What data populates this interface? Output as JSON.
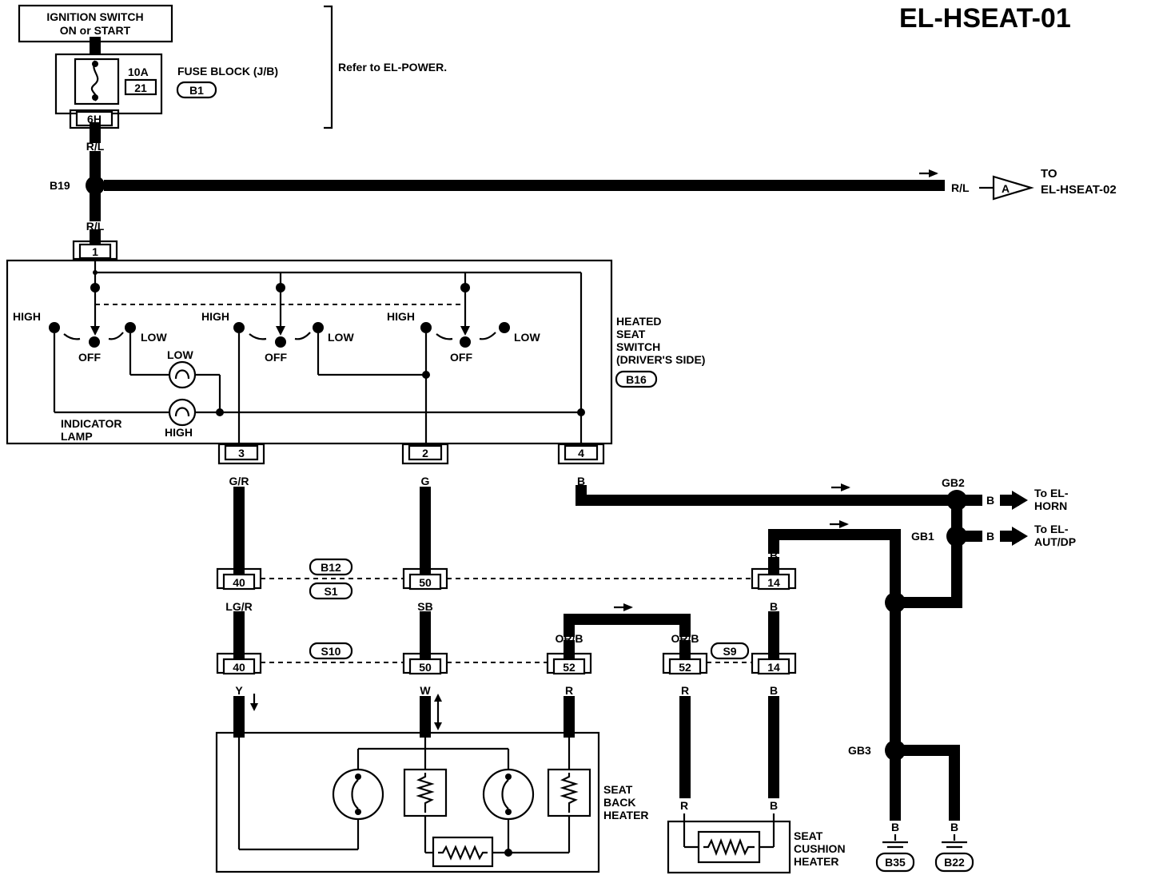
{
  "diagram_id": "EL-HSEAT-01",
  "power": {
    "ignition_line1": "IGNITION SWITCH",
    "ignition_line2": "ON or START",
    "fuse_rating": "10A",
    "fuse_number": "21",
    "fuse_block": "FUSE BLOCK (J/B)",
    "fuse_block_conn": "B1",
    "fuse_terminal": "6H",
    "refer_note": "Refer to EL-POWER."
  },
  "wires": {
    "rl_1": "R/L",
    "rl_2": "R/L",
    "rl_3": "R/L",
    "splice_b19": "B19",
    "to_label": "TO",
    "to_target": "EL-HSEAT-02",
    "connector_a": "A",
    "g_r": "G/R",
    "g": "G",
    "b_4": "B",
    "lg_r": "LG/R",
    "sb": "SB",
    "y": "Y",
    "w": "W",
    "or_b_1": "OR/B",
    "or_b_2": "OR/B",
    "r_1": "R",
    "r_2": "R",
    "r_3": "R",
    "b_14a": "B",
    "b_14b": "B",
    "b_14c": "B",
    "b_cush": "B",
    "b_gb2": "B",
    "b_gb1": "B",
    "b_b35": "B",
    "b_b22": "B"
  },
  "switch": {
    "terminal_1": "1",
    "terminal_3": "3",
    "terminal_2": "2",
    "terminal_4": "4",
    "high_1": "HIGH",
    "low_1": "LOW",
    "off_1": "OFF",
    "high_2": "HIGH",
    "low_2": "LOW",
    "off_2": "OFF",
    "high_3": "HIGH",
    "low_3": "LOW",
    "off_3": "OFF",
    "lamp_low": "LOW",
    "lamp_high": "HIGH",
    "indicator_1": "INDICATOR",
    "indicator_2": "LAMP",
    "name_1": "HEATED",
    "name_2": "SEAT",
    "name_3": "SWITCH",
    "name_4": "(DRIVER'S SIDE)",
    "conn": "B16"
  },
  "connectors": {
    "c40a": "40",
    "c50a": "50",
    "c14a": "14",
    "c40b": "40",
    "c50b": "50",
    "c52a": "52",
    "c52b": "52",
    "c14b": "14",
    "b12": "B12",
    "s1": "S1",
    "s10": "S10",
    "s9": "S9"
  },
  "grounds": {
    "gb2": "GB2",
    "gb1": "GB1",
    "gb3": "GB3",
    "to_horn_1": "To EL-",
    "to_horn_2": "HORN",
    "to_aut_1": "To EL-",
    "to_aut_2": "AUT/DP",
    "b35": "B35",
    "b22": "B22"
  },
  "heaters": {
    "back_1": "SEAT",
    "back_2": "BACK",
    "back_3": "HEATER",
    "cush_1": "SEAT",
    "cush_2": "CUSHION",
    "cush_3": "HEATER"
  }
}
